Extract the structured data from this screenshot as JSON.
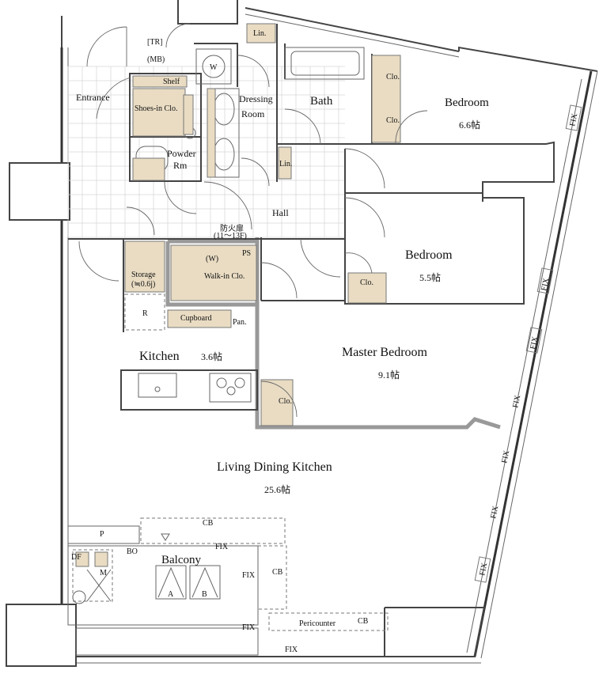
{
  "rooms": {
    "bedroom_top": {
      "name": "Bedroom",
      "size": "6.6帖"
    },
    "bedroom_mid": {
      "name": "Bedroom",
      "size": "5.5帖"
    },
    "master_bedroom": {
      "name": "Master Bedroom",
      "size": "9.1帖"
    },
    "kitchen": {
      "name": "Kitchen",
      "size": "3.6帖"
    },
    "ldk": {
      "name": "Living Dining Kitchen",
      "size": "25.6帖"
    },
    "balcony": "Balcony",
    "bath": "Bath",
    "dressing": [
      "Dressing",
      "Room"
    ],
    "hall": "Hall",
    "entrance": "Entrance",
    "powder": [
      "Powder",
      "Rm"
    ],
    "walkin": "Walk-in Clo.",
    "storage": [
      "Storage",
      "(≒0.6j)"
    ],
    "shoes": "Shoes-in Clo."
  },
  "labels": {
    "tr": "[TR]",
    "mb": "(MB)",
    "lin": "Lin.",
    "lin_lin": "Lin.",
    "w": "W",
    "shelf": "Shelf",
    "clo": "Clo.",
    "ps": "PS",
    "w_paren": "(W)",
    "cupboard": "Cupboard",
    "pan": "Pan.",
    "r": "R",
    "firedoor_1": "防火扉",
    "firedoor_2": "(11～13F)",
    "fix": "FIX",
    "cb": "CB",
    "p": "P",
    "bo": "BO",
    "df": "DF",
    "a": "A",
    "b": "B",
    "pericounter": "Pericounter",
    "m": "M"
  },
  "colors": {
    "wall": "#444444",
    "interior_wall": "#999999",
    "closet_fill": "#e9dcc3",
    "closet_dark": "#d9c49b",
    "tile_line": "#d6d6d6"
  }
}
